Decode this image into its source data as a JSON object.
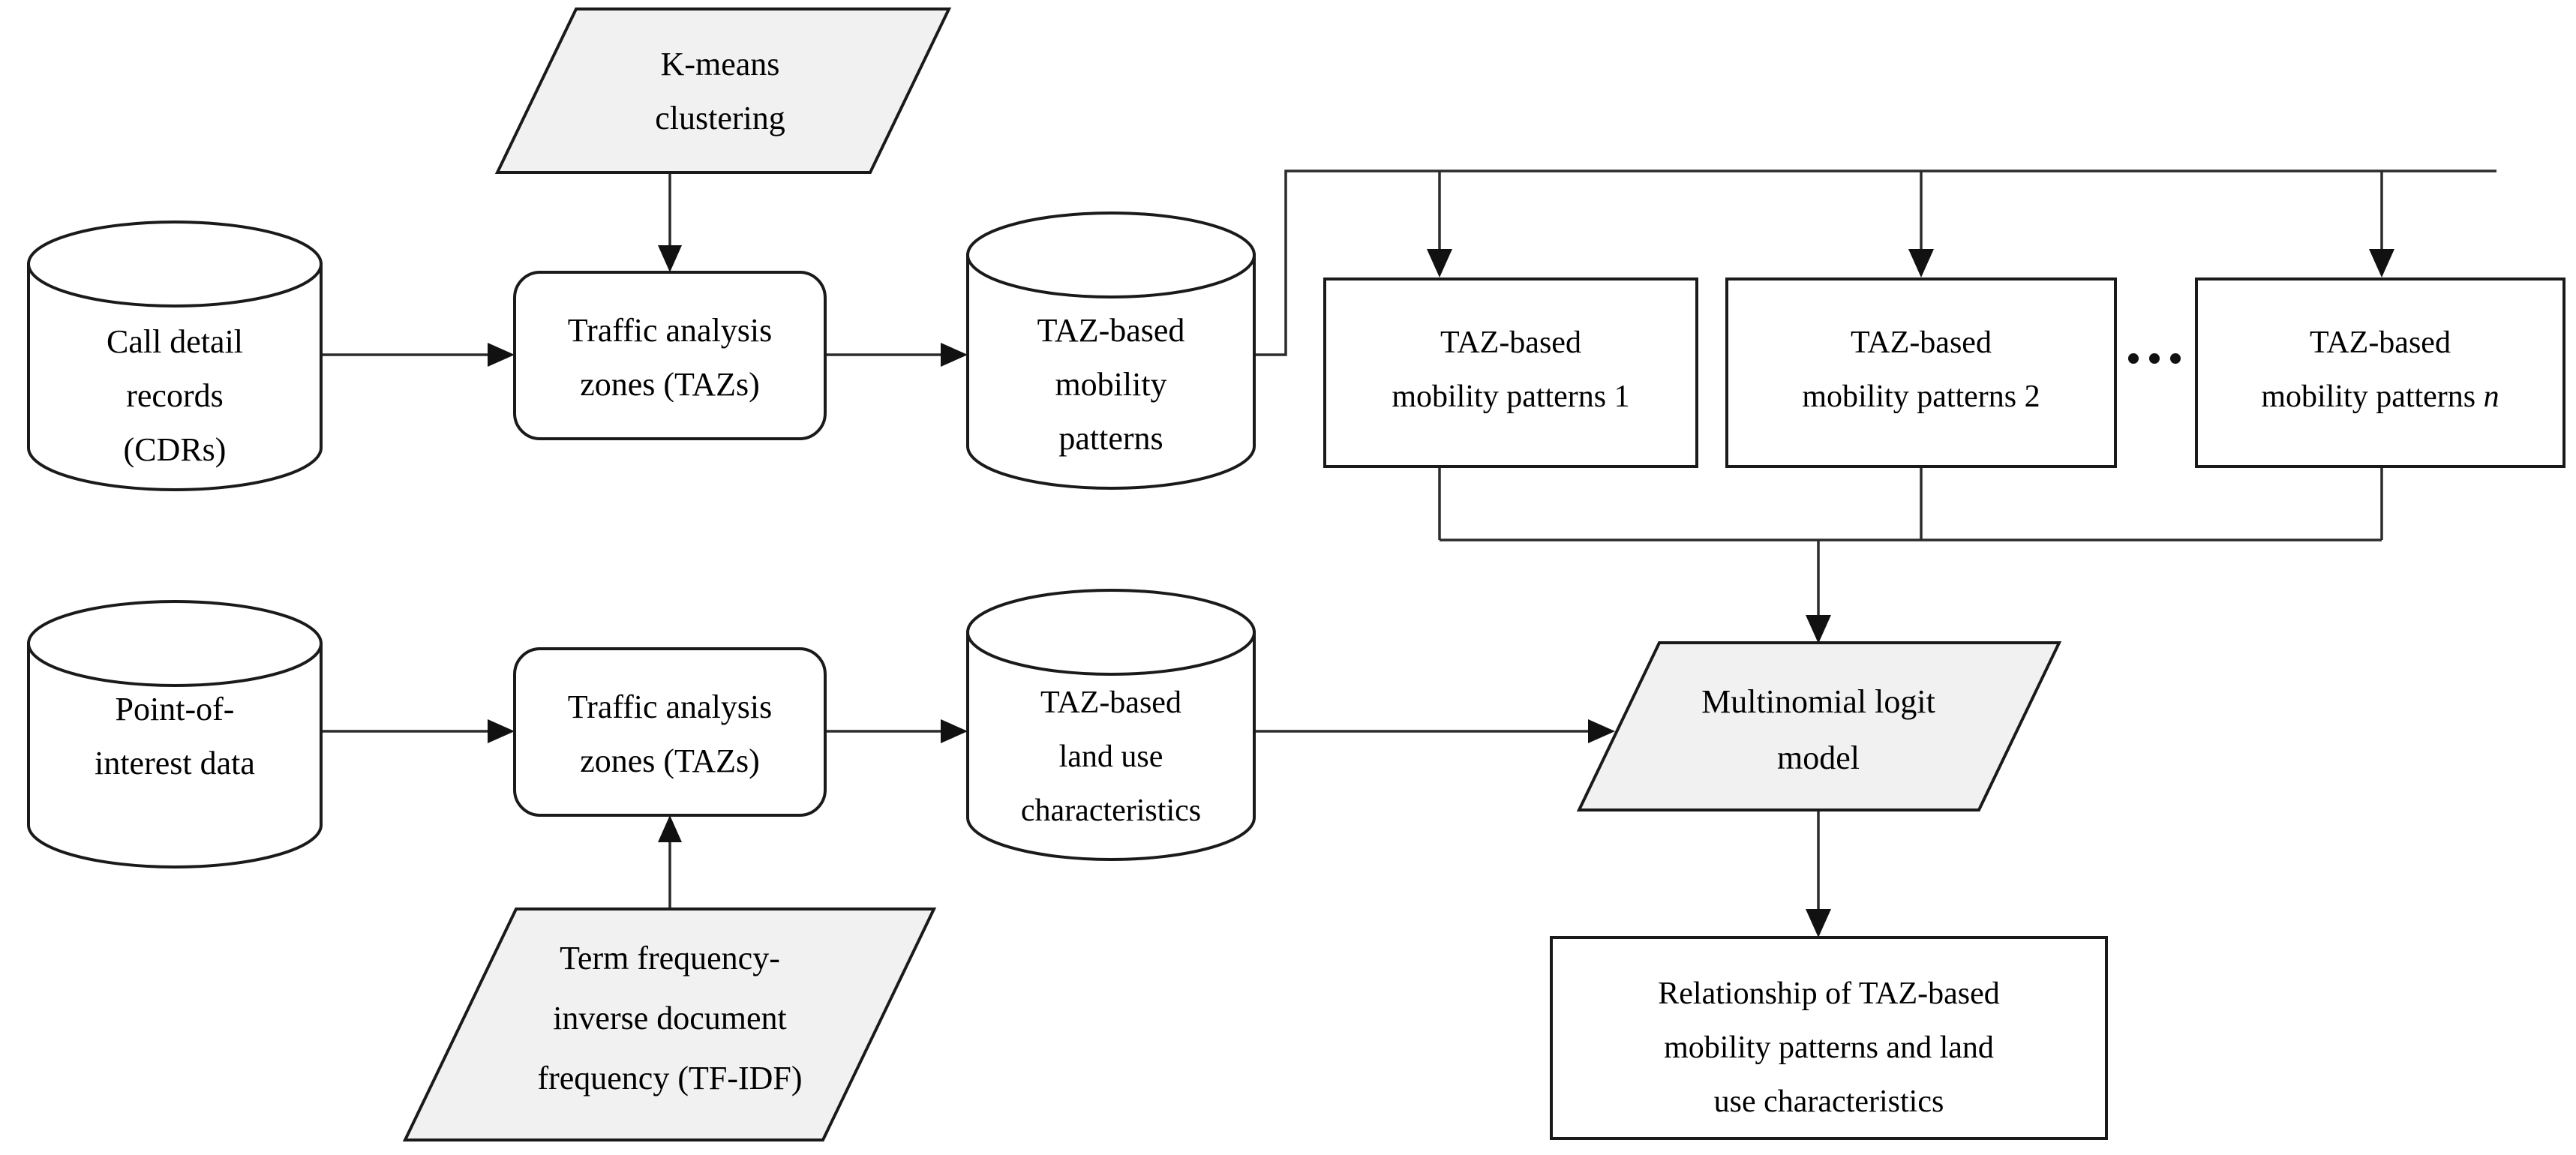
{
  "diagram": {
    "type": "flowchart",
    "title": "",
    "colors": {
      "process_fill": "#f1f1f1",
      "node_fill": "#ffffff",
      "stroke": "#1a1a1a",
      "connector": "#2b2b2b"
    },
    "nodes": {
      "kmeans": {
        "shape": "parallelogram",
        "lines": [
          "K-means",
          "clustering"
        ]
      },
      "cdr": {
        "shape": "cylinder",
        "lines": [
          "Call detail",
          "records",
          "(CDRs)"
        ]
      },
      "taz_top": {
        "shape": "rounded-rect",
        "lines": [
          "Traffic analysis",
          "zones (TAZs)"
        ]
      },
      "mobility_db": {
        "shape": "cylinder",
        "lines": [
          "TAZ-based",
          "mobility",
          "patterns"
        ]
      },
      "pattern1": {
        "shape": "rect",
        "lines": [
          "TAZ-based",
          "mobility patterns 1"
        ]
      },
      "pattern2": {
        "shape": "rect",
        "lines": [
          "TAZ-based",
          "mobility patterns 2"
        ]
      },
      "patternN": {
        "shape": "rect",
        "lines": [
          "TAZ-based",
          "mobility patterns "
        ],
        "italic_suffix": "n"
      },
      "ellipsis": {
        "shape": "text",
        "label": "..."
      },
      "poi": {
        "shape": "cylinder",
        "lines": [
          "Point-of-",
          "interest data"
        ]
      },
      "taz_bottom": {
        "shape": "rounded-rect",
        "lines": [
          "Traffic analysis",
          "zones (TAZs)"
        ]
      },
      "landuse_db": {
        "shape": "cylinder",
        "lines": [
          "TAZ-based",
          "land use",
          "characteristics"
        ]
      },
      "tfidf": {
        "shape": "parallelogram",
        "lines": [
          "Term frequency-",
          "inverse document",
          "frequency (TF-IDF)"
        ]
      },
      "mnl": {
        "shape": "parallelogram",
        "lines": [
          "Multinomial logit",
          "model"
        ]
      },
      "result": {
        "shape": "rect",
        "lines": [
          "Relationship of TAZ-based",
          "mobility patterns and land",
          "use characteristics"
        ]
      }
    },
    "edges": [
      {
        "from": "cdr",
        "to": "taz_top",
        "style": "arrow"
      },
      {
        "from": "kmeans",
        "to": "taz_top",
        "style": "arrow"
      },
      {
        "from": "taz_top",
        "to": "mobility_db",
        "style": "arrow"
      },
      {
        "from": "mobility_db",
        "to": "pattern1",
        "style": "bus-arrow"
      },
      {
        "from": "mobility_db",
        "to": "pattern2",
        "style": "bus-arrow"
      },
      {
        "from": "mobility_db",
        "to": "patternN",
        "style": "bus-arrow"
      },
      {
        "from": "pattern1",
        "to": "mnl",
        "style": "bus-arrow"
      },
      {
        "from": "pattern2",
        "to": "mnl",
        "style": "bus-arrow"
      },
      {
        "from": "patternN",
        "to": "mnl",
        "style": "bus-arrow"
      },
      {
        "from": "poi",
        "to": "taz_bottom",
        "style": "arrow"
      },
      {
        "from": "tfidf",
        "to": "taz_bottom",
        "style": "arrow"
      },
      {
        "from": "taz_bottom",
        "to": "landuse_db",
        "style": "arrow"
      },
      {
        "from": "landuse_db",
        "to": "mnl",
        "style": "arrow"
      },
      {
        "from": "mnl",
        "to": "result",
        "style": "arrow"
      }
    ]
  }
}
